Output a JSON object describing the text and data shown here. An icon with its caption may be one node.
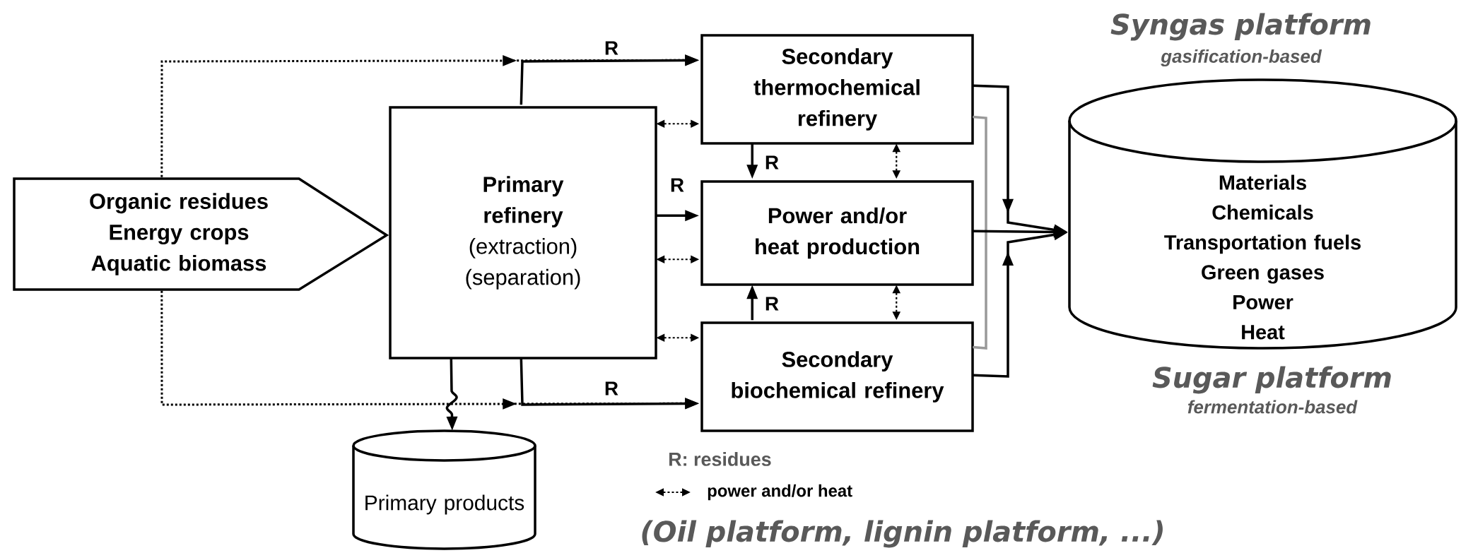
{
  "diagram": {
    "nodes": [
      {
        "text": [
          "Organic residues",
          "Energy crops",
          "Aquatic biomass"
        ]
      },
      {
        "text": [
          "Primary refinery",
          "(extraction) (separation)"
        ]
      },
      {
        "text": [
          "Secondary thermochemical refinery"
        ]
      },
      {
        "text": [
          "Power and/or heat production"
        ]
      },
      {
        "text": [
          "Secondary biochemical refinery"
        ]
      },
      {
        "text": [
          "Materials",
          "Chemicals",
          "Transportation fuels",
          "Green gases",
          "Power",
          "Heat"
        ]
      },
      {
        "text": [
          "Primary products"
        ]
      }
    ],
    "edges": [
      {
        "from": 0,
        "to": 2,
        "arrow": "to",
        "style": "dashed"
      },
      {
        "from": 1,
        "to": 2,
        "arrow": "to",
        "label": "R"
      },
      {
        "from": 1,
        "to": 3,
        "arrow": "to",
        "label": "R"
      },
      {
        "from": 0,
        "to": 4,
        "arrow": "to",
        "style": "dashed"
      },
      {
        "from": 1,
        "to": 4,
        "arrow": "to",
        "label": "R"
      },
      {
        "from": 1,
        "to": 2,
        "arrow": "both",
        "style": "dashed"
      },
      {
        "from": 1,
        "to": 3,
        "arrow": "both",
        "style": "dashed"
      },
      {
        "from": 1,
        "to": 4,
        "arrow": "both",
        "style": "dashed"
      },
      {
        "from": 2,
        "to": 3,
        "arrow": "to",
        "label": "R"
      },
      {
        "from": 4,
        "to": 3,
        "arrow": "to",
        "label": "R"
      },
      {
        "from": 2,
        "to": 3,
        "arrow": "both",
        "style": "dashed"
      },
      {
        "from": 3,
        "to": 4,
        "arrow": "both",
        "style": "dashed"
      },
      {
        "from": 2,
        "to": 4,
        "arrow": "none",
        "color": "#999999"
      },
      {
        "from": 2,
        "to": 5,
        "arrow": "to"
      },
      {
        "from": 3,
        "to": 5,
        "arrow": "to"
      },
      {
        "from": 4,
        "to": 5,
        "arrow": "to"
      },
      {
        "from": 1,
        "to": 6,
        "arrow": "to"
      }
    ],
    "labels": [
      "Syngas platform",
      "gasification-based",
      "Sugar platform",
      "fermentation-based",
      "R: residues",
      "(Oil platform, lignin platform, ...)"
    ],
    "legend": [
      {
        "text": "power and/or heat"
      }
    ]
  }
}
